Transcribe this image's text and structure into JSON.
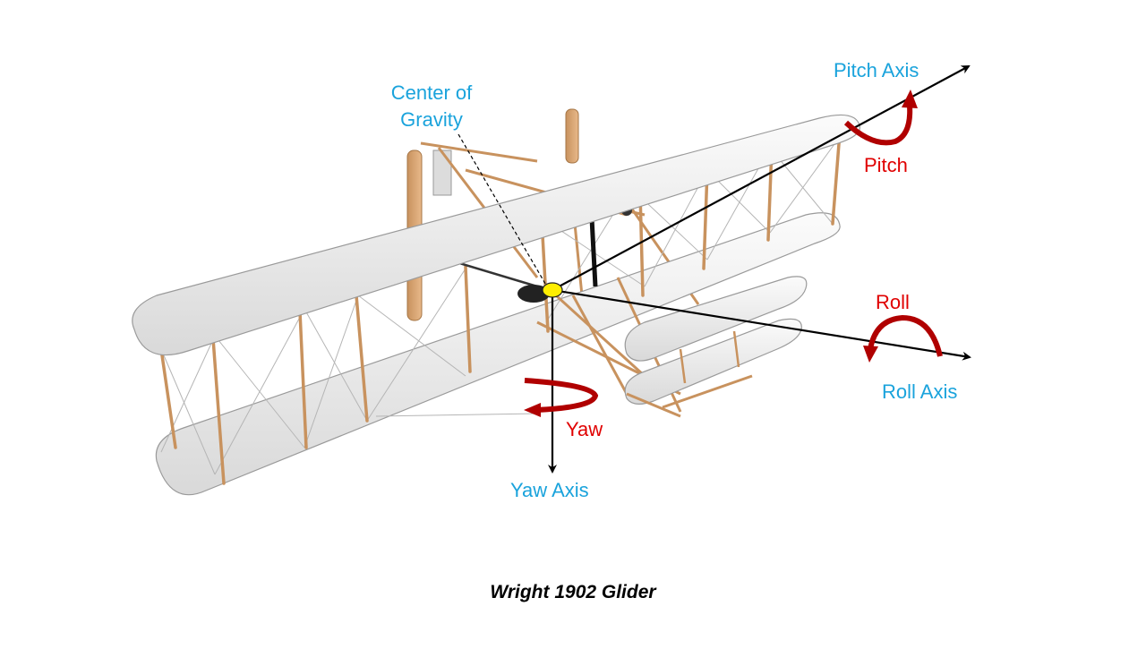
{
  "labels": {
    "center_of_gravity_line1": "Center of",
    "center_of_gravity_line2": "Gravity",
    "pitch_axis": "Pitch Axis",
    "pitch": "Pitch",
    "roll": "Roll",
    "roll_axis": "Roll Axis",
    "yaw": "Yaw",
    "yaw_axis": "Yaw Axis"
  },
  "caption": "Wright 1902 Glider",
  "colors": {
    "axis_label": "#1aa3dc",
    "rotation_label": "#e00000",
    "rotation_arrow": "#b00000",
    "cg_dot": "#ffee00",
    "wing_fill": "#f2f2f2",
    "strut": "#c8925e"
  }
}
